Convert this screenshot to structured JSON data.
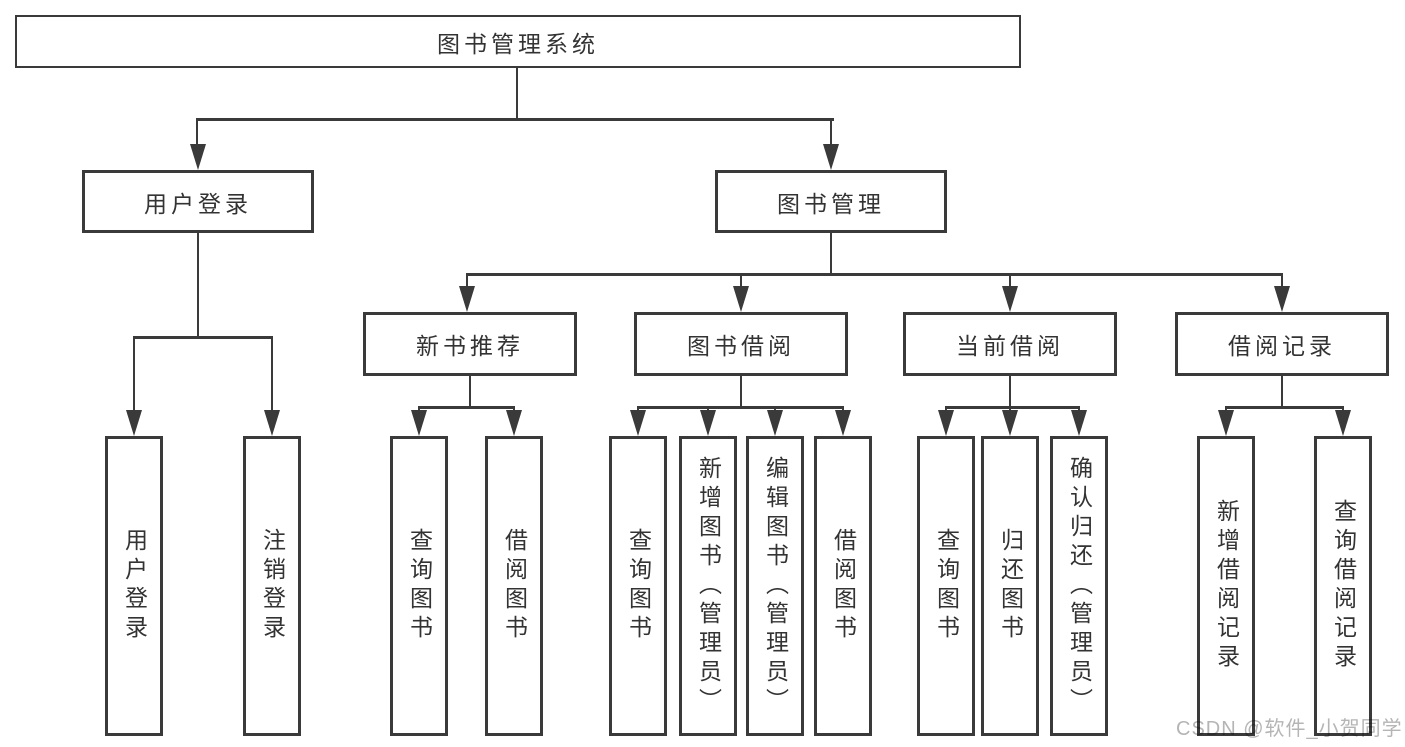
{
  "diagram": {
    "root": "图书管理系统",
    "level2": {
      "user_login": "用户登录",
      "book_mgmt": "图书管理"
    },
    "level3": {
      "new_book_rec": "新书推荐",
      "book_borrow": "图书借阅",
      "current_borrow": "当前借阅",
      "borrow_records": "借阅记录"
    },
    "leaves": {
      "user_login": {
        "login": "用户登录",
        "logout": "注销登录"
      },
      "new_book_rec": {
        "query": "查询图书",
        "borrow": "借阅图书"
      },
      "book_borrow": {
        "query": "查询图书",
        "add": "新增图书（管理员）",
        "edit": "编辑图书（管理员）",
        "borrow": "借阅图书"
      },
      "current_borrow": {
        "query": "查询图书",
        "return": "归还图书",
        "confirm": "确认归还（管理员）"
      },
      "borrow_records": {
        "add": "新增借阅记录",
        "query": "查询借阅记录"
      }
    }
  },
  "watermark": "CSDN @软件_小贺同学",
  "colors": {
    "line": "#3a3a3a",
    "box_border": "#3a3a3a",
    "text": "#333333",
    "watermark": "#b5b5b5",
    "bg": "#ffffff"
  }
}
